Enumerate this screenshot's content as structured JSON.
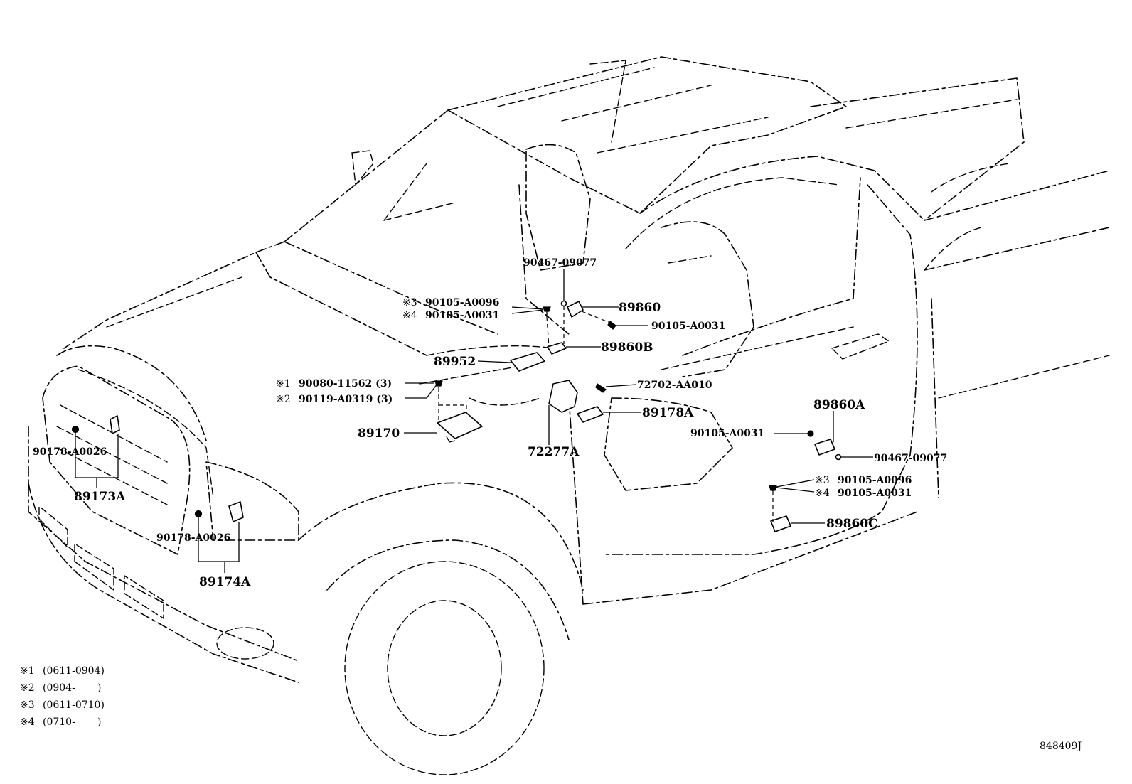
{
  "parts": {
    "p90467_top": "90467-09077",
    "p89860": "89860",
    "p90105_a0096_top": "90105-A0096",
    "p90105_a0031_top": "90105-A0031",
    "mark3_top": "※3",
    "mark4_top": "※4",
    "p90105_a0031_right": "90105-A0031",
    "p89860b": "89860B",
    "p89952": "89952",
    "p90080": "90080-11562 (3)",
    "mark1": "※1",
    "p90119": "90119-A0319 (3)",
    "mark2": "※2",
    "p72702": "72702-AA010",
    "p89178a": "89178A",
    "p89170": "89170",
    "p72277a": "72277A",
    "p89860a": "89860A",
    "p90105_a0031_mid": "90105-A0031",
    "p90467_right": "90467-09077",
    "p90105_a0096_bot": "90105-A0096",
    "p90105_a0031_bot": "90105-A0031",
    "mark3_bot": "※3",
    "mark4_bot": "※4",
    "p89860c": "89860C",
    "p90178_left": "90178-A0026",
    "p89173a": "89173A",
    "p90178_center": "90178-A0026",
    "p89174a": "89174A"
  },
  "legend": [
    {
      "mark": "※1",
      "range": "(0611-0904)"
    },
    {
      "mark": "※2",
      "range": "(0904-       )"
    },
    {
      "mark": "※3",
      "range": "(0611-0710)"
    },
    {
      "mark": "※4",
      "range": "(0710-       )"
    }
  ],
  "diagram_id": "848409J"
}
